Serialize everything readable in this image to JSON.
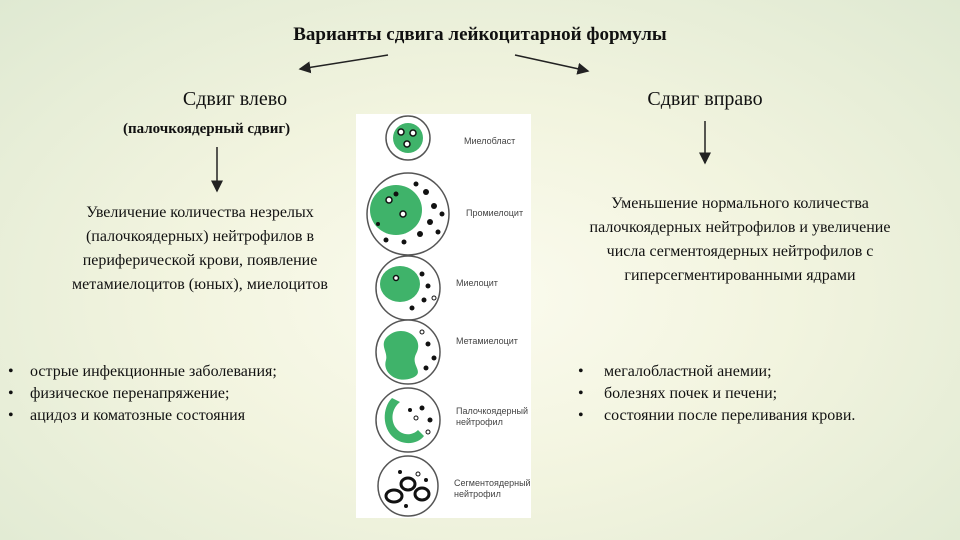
{
  "title": "Варианты сдвига лейкоцитарной формулы",
  "left": {
    "heading": "Сдвиг влево",
    "subheading": "(палочкоядерный сдвиг)",
    "description_lines": [
      "Увеличение количества незрелых",
      "(палочкоядерных) нейтрофилов в",
      "периферической крови, появление",
      "метамиелоцитов (юных), миелоцитов"
    ],
    "causes": [
      "острые инфекционные заболевания;",
      "физическое перенапряжение;",
      "ацидоз и коматозные состояния"
    ]
  },
  "right": {
    "heading": "Сдвиг вправо",
    "description_lines": [
      "Уменьшение нормального количества",
      "палочкоядерных нейтрофилов и увеличение",
      "числа сегментоядерных нейтрофилов с",
      "гиперсегментированными ядрами"
    ],
    "causes": [
      "мегалобластной анемии;",
      "болезнях почек и печени;",
      "состоянии после переливания крови."
    ]
  },
  "bullet": "•",
  "cells": [
    {
      "label": [
        "Миелобласт"
      ]
    },
    {
      "label": [
        "Промиелоцит"
      ]
    },
    {
      "label": [
        "Миелоцит"
      ]
    },
    {
      "label": [
        "Метамиелоцит"
      ]
    },
    {
      "label": [
        "Палочкоядерный",
        "нейтрофил"
      ]
    },
    {
      "label": [
        "Сегментоядерный",
        "нейтрофил"
      ]
    }
  ],
  "colors": {
    "nucleus": "#3fb36a",
    "cell_border": "#555555",
    "granule": "#111111"
  }
}
